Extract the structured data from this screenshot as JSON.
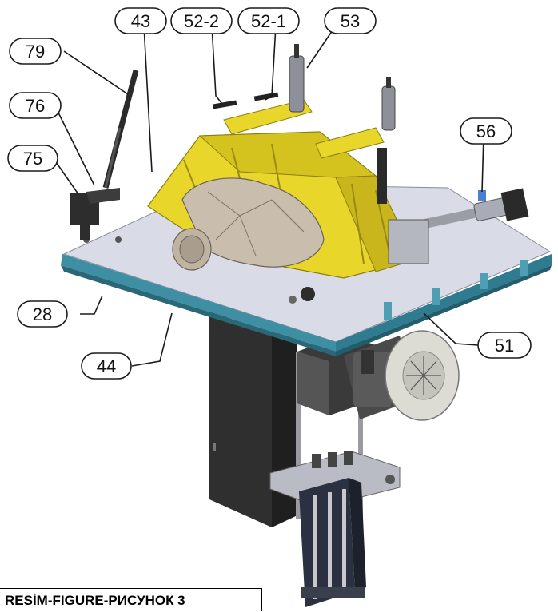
{
  "callouts": [
    {
      "id": "c43",
      "label": "43"
    },
    {
      "id": "c52_2",
      "label": "52-2"
    },
    {
      "id": "c52_1",
      "label": "52-1"
    },
    {
      "id": "c53",
      "label": "53"
    },
    {
      "id": "c79",
      "label": "79"
    },
    {
      "id": "c76",
      "label": "76"
    },
    {
      "id": "c75",
      "label": "75"
    },
    {
      "id": "c56",
      "label": "56"
    },
    {
      "id": "c28",
      "label": "28"
    },
    {
      "id": "c44",
      "label": "44"
    },
    {
      "id": "c51",
      "label": "51"
    }
  ],
  "caption": "RESİM-FIGURE-РИСУНОК 3",
  "colors": {
    "yellow": "#e8d62a",
    "yellow_dark": "#b9a817",
    "plate": "#d9dbe6",
    "frame": "#3f8fa4",
    "frame_dark": "#2a6878",
    "body_dark": "#2c2c2c",
    "motor": "#d8d8d0",
    "casting": "#c9beae",
    "steel": "#8e9099"
  },
  "icons": [
    "leader-line",
    "callout-oval"
  ]
}
